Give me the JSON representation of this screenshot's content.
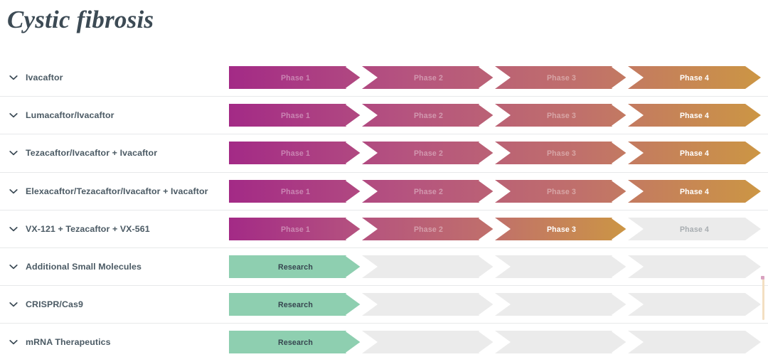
{
  "header": {
    "title": "Cystic fibrosis"
  },
  "colors": {
    "gradient_start": "#a32a86",
    "gradient_mid1": "#b5537f",
    "gradient_mid2": "#c0706b",
    "gradient_end": "#cc9644",
    "inactive_segment": "#ebebeb",
    "research_green": "#8ecfb0",
    "label_text": "#4b5a64",
    "title_text": "#3c4a54",
    "divider": "#e7e9ea",
    "separator": "#ffffff"
  },
  "legend": {
    "phase_labels": [
      "Phase 1",
      "Phase 2",
      "Phase 3",
      "Phase 4"
    ],
    "research_label": "Research"
  },
  "rows": [
    {
      "name": "Ivacaftor",
      "caret_icon": "chevron-down-icon",
      "track": "phase",
      "active_stage": "Phase 4",
      "progress_segments": 4,
      "segments": [
        {
          "label": "Phase 1",
          "state": "passed"
        },
        {
          "label": "Phase 2",
          "state": "passed"
        },
        {
          "label": "Phase 3",
          "state": "passed"
        },
        {
          "label": "Phase 4",
          "state": "active"
        }
      ]
    },
    {
      "name": "Lumacaftor/Ivacaftor",
      "caret_icon": "chevron-down-icon",
      "track": "phase",
      "active_stage": "Phase 4",
      "progress_segments": 4,
      "segments": [
        {
          "label": "Phase 1",
          "state": "passed"
        },
        {
          "label": "Phase 2",
          "state": "passed"
        },
        {
          "label": "Phase 3",
          "state": "passed"
        },
        {
          "label": "Phase 4",
          "state": "active"
        }
      ]
    },
    {
      "name": "Tezacaftor/Ivacaftor + Ivacaftor",
      "caret_icon": "chevron-down-icon",
      "track": "phase",
      "active_stage": "Phase 4",
      "progress_segments": 4,
      "segments": [
        {
          "label": "Phase 1",
          "state": "passed"
        },
        {
          "label": "Phase 2",
          "state": "passed"
        },
        {
          "label": "Phase 3",
          "state": "passed"
        },
        {
          "label": "Phase 4",
          "state": "active"
        }
      ]
    },
    {
      "name": "Elexacaftor/Tezacaftor/Ivacaftor + Ivacaftor",
      "caret_icon": "chevron-down-icon",
      "track": "phase",
      "active_stage": "Phase 4",
      "progress_segments": 4,
      "segments": [
        {
          "label": "Phase 1",
          "state": "passed"
        },
        {
          "label": "Phase 2",
          "state": "passed"
        },
        {
          "label": "Phase 3",
          "state": "passed"
        },
        {
          "label": "Phase 4",
          "state": "active"
        }
      ]
    },
    {
      "name": "VX-121 + Tezacaftor + VX-561",
      "caret_icon": "chevron-down-icon",
      "track": "phase",
      "active_stage": "Phase 3",
      "progress_segments": 3,
      "segments": [
        {
          "label": "Phase 1",
          "state": "passed"
        },
        {
          "label": "Phase 2",
          "state": "passed"
        },
        {
          "label": "Phase 3",
          "state": "active"
        },
        {
          "label": "Phase 4",
          "state": "inactive"
        }
      ]
    },
    {
      "name": "Additional Small Molecules",
      "caret_icon": "chevron-down-icon",
      "track": "research",
      "active_stage": "Research",
      "progress_segments": 1,
      "segments": [
        {
          "label": "Research",
          "state": "research"
        },
        {
          "label": "",
          "state": "inactive"
        },
        {
          "label": "",
          "state": "inactive"
        },
        {
          "label": "",
          "state": "inactive"
        }
      ]
    },
    {
      "name": "CRISPR/Cas9",
      "caret_icon": "chevron-down-icon",
      "track": "research",
      "active_stage": "Research",
      "progress_segments": 1,
      "segments": [
        {
          "label": "Research",
          "state": "research"
        },
        {
          "label": "",
          "state": "inactive"
        },
        {
          "label": "",
          "state": "inactive"
        },
        {
          "label": "",
          "state": "inactive"
        }
      ]
    },
    {
      "name": "mRNA Therapeutics",
      "caret_icon": "chevron-down-icon",
      "track": "research",
      "active_stage": "Research",
      "progress_segments": 1,
      "segments": [
        {
          "label": "Research",
          "state": "research"
        },
        {
          "label": "",
          "state": "inactive"
        },
        {
          "label": "",
          "state": "inactive"
        },
        {
          "label": "",
          "state": "inactive"
        }
      ]
    }
  ],
  "scrollbar": {
    "orientation": "vertical",
    "name": "page-scrollbar"
  }
}
